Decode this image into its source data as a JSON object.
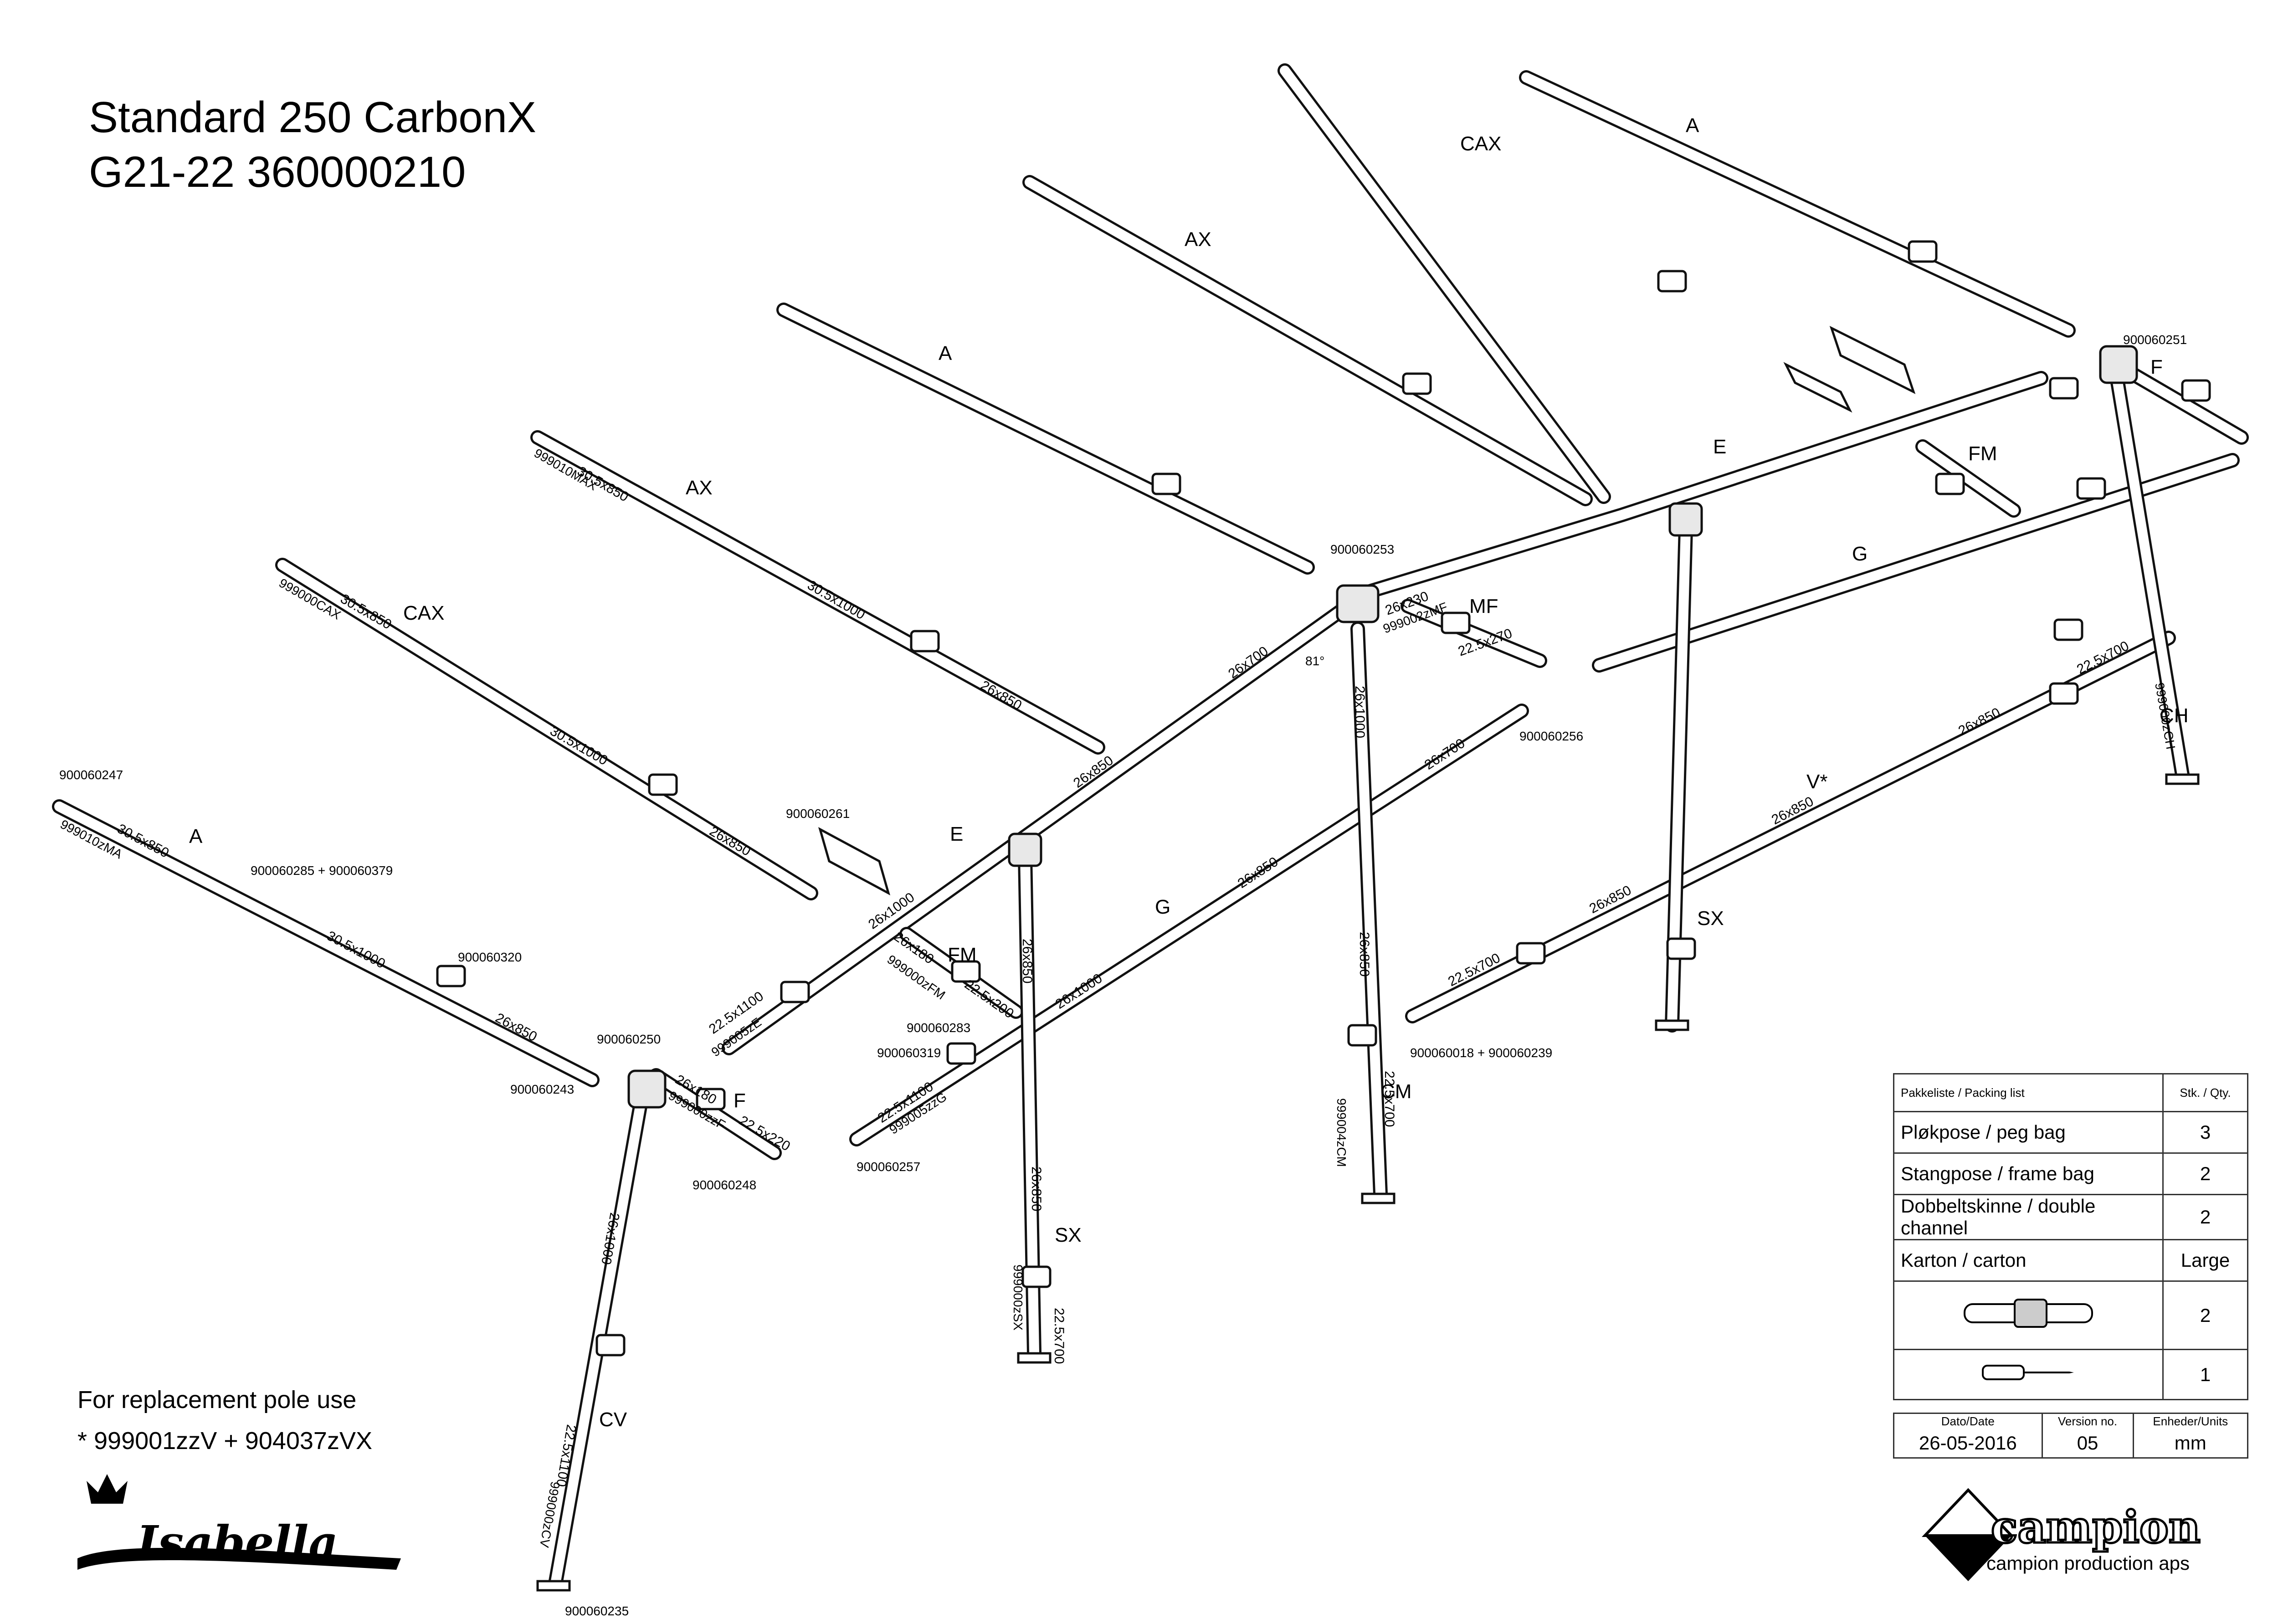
{
  "title": {
    "line1": "Standard 250 CarbonX",
    "line2": "G21-22 360000210"
  },
  "note": {
    "line1": "For replacement pole use",
    "line2": "* 999001zzV + 904037zVX"
  },
  "pole_labels": {
    "cax_top": "CAX",
    "a_top": "A",
    "ax_2": "AX",
    "a_3": "A",
    "ax_4": "AX",
    "cax_5": "CAX",
    "a_6": "A",
    "e_right": "E",
    "f_right": "F",
    "fm_right": "FM",
    "g_right": "G",
    "mf": "MF",
    "ch": "CH",
    "v": "V*",
    "sx_mid": "SX",
    "e_left": "E",
    "fm_left": "FM",
    "g_left": "G",
    "cm": "CM",
    "sx_front": "SX",
    "f_left": "F",
    "cv": "CV"
  },
  "dims": {
    "ax4_a": "30.5x850",
    "ax4_b": "30.5x1000",
    "ax4_c": "26x850",
    "cax5_a": "30.5x850",
    "cax5_b": "30.5x1000",
    "cax5_c": "26x850",
    "a6_a": "30.5x850",
    "a6_b": "30.5x1000",
    "a6_c": "26x850",
    "e_a": "26x700",
    "e_b": "26x850",
    "e_c": "26x1000",
    "e_d": "22.5x1100",
    "mf_a": "26x230",
    "mf_b": "22.5x270",
    "cm_a": "26x1000",
    "cm_b": "26x850",
    "cm_c": "22.5x700",
    "g_a": "26x700",
    "g_b": "26x850",
    "g_c": "26x1000",
    "g_d": "22.5x1100",
    "fm_a": "26x180",
    "fm_b": "22.5x200",
    "sx_a": "26x850",
    "sx_b": "26x850",
    "sx_c": "22.5x700",
    "f_a": "26x180",
    "f_b": "22.5x220",
    "cv_a": "26x1000",
    "cv_b": "22.5x1100",
    "v_a": "22.5x700",
    "v_b": "26x850",
    "v_c": "26x850",
    "v_d": "26x850",
    "v_e": "22.5x700"
  },
  "codes": {
    "c999010MAX": "999010MAX",
    "c999000CAX": "999000CAX",
    "c999010zMA": "999010zMA",
    "c999005zE": "999005zE",
    "c999002zMF": "999002zMF",
    "c999004zCM": "999004zCM",
    "c999005zzG": "999005zzG",
    "c999000zFM": "999000zFM",
    "c999000zSX": "999000zSX",
    "c999000zzF": "999000zzF",
    "c999000zCV": "999000zCV",
    "c999000zCH": "999000zCH",
    "c900060251": "900060251",
    "c900060253": "900060253",
    "c900060256": "900060256",
    "c900060261": "900060261",
    "c900060247": "900060247",
    "c900060285_379": "900060285 + 900060379",
    "c900060320": "900060320",
    "c900060243": "900060243",
    "c900060250": "900060250",
    "c900060248": "900060248",
    "c900060283": "900060283",
    "c900060319": "900060319",
    "c900060257": "900060257",
    "c900060018_239": "900060018 + 900060239",
    "c900060235": "900060235",
    "angle": "81°"
  },
  "packing": {
    "header": "Pakkeliste / Packing list",
    "qty_header": "Stk. / Qty.",
    "rows": [
      {
        "item": "Pløkpose / peg bag",
        "qty": "3"
      },
      {
        "item": "Stangpose / frame bag",
        "qty": "2"
      },
      {
        "item": "Dobbeltskinne / double channel",
        "qty": "2"
      },
      {
        "item": "Karton / carton",
        "qty": "Large"
      },
      {
        "icon": "pole-clamp-icon",
        "qty": "2"
      },
      {
        "icon": "screwdriver-icon",
        "qty": "1"
      }
    ]
  },
  "version_box": {
    "date_label": "Dato/Date",
    "date": "26-05-2016",
    "version_label": "Version no.",
    "version": "05",
    "units_label": "Enheder/Units",
    "units": "mm"
  },
  "brand": {
    "isabella": "Isabella",
    "campion": "campion",
    "campion_sub": "campion production aps"
  }
}
